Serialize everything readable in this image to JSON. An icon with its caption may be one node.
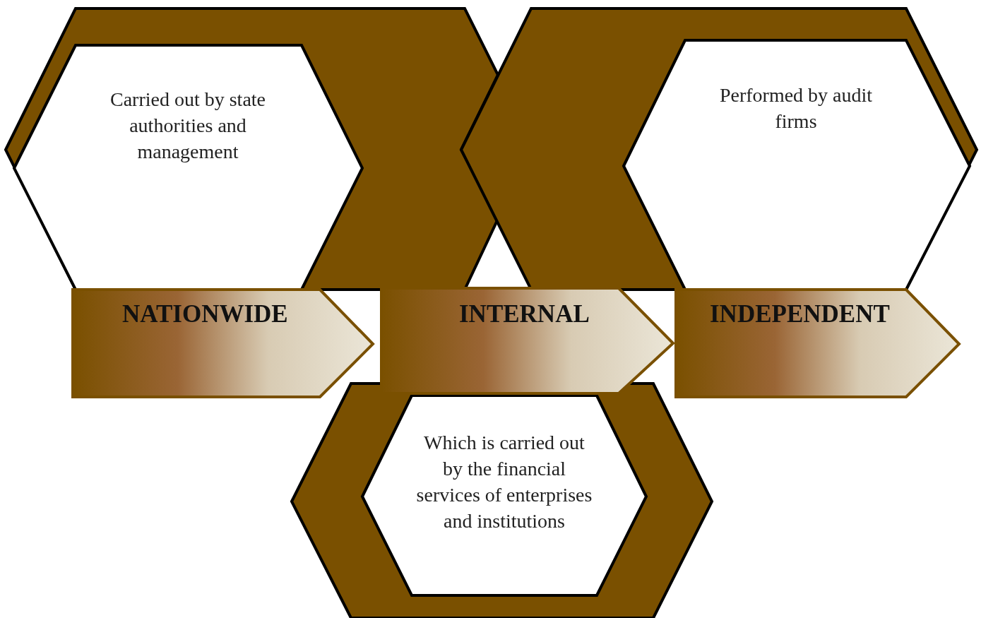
{
  "diagram": {
    "nodes": [
      {
        "text": [],
        "shape": "hexagon"
      },
      {
        "text": [
          "Carried out by state authorities and management"
        ],
        "in": 0
      },
      {
        "text": [],
        "shape": "hexagon"
      },
      {
        "text": [
          "Performed by audit firms"
        ],
        "in": 2
      },
      {
        "text": [
          "NATIONWIDE"
        ]
      },
      {
        "text": [
          "INTERNAL"
        ]
      },
      {
        "text": [
          "INDEPENDENT"
        ]
      },
      {
        "text": [],
        "shape": "hexagon"
      },
      {
        "text": [
          "Which is carried out by the financial services of enterprises and institutions"
        ],
        "in": 7
      }
    ]
  }
}
